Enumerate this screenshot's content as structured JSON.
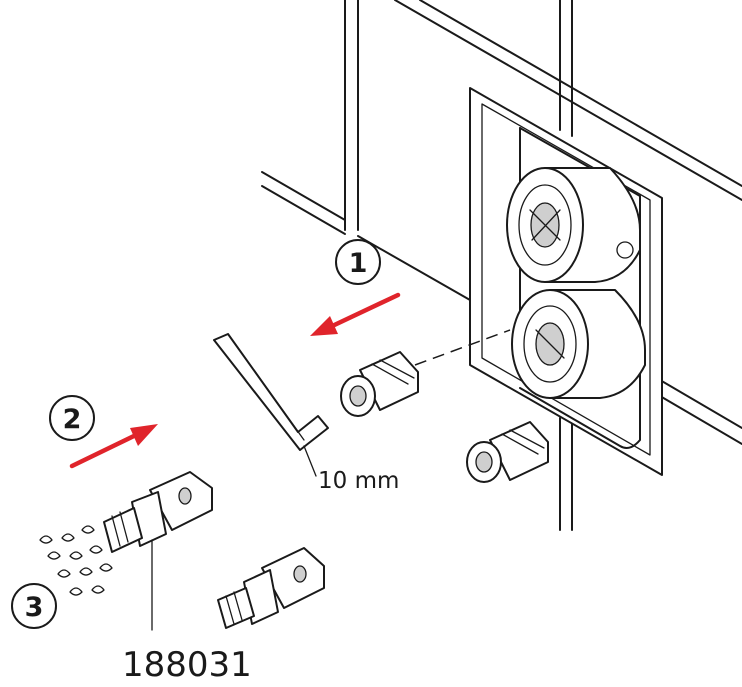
{
  "steps": [
    {
      "number": "1"
    },
    {
      "number": "2"
    },
    {
      "number": "3"
    }
  ],
  "labels": {
    "wrench_size": "10 mm",
    "part_number": "188031"
  },
  "colors": {
    "arrow": "#e0242b",
    "ink": "#1a1a1a",
    "background": "#ffffff"
  },
  "icons": [
    "step-1-badge",
    "step-2-badge",
    "step-3-badge",
    "red-arrow-left",
    "red-arrow-right",
    "hex-key-icon",
    "water-drops-icon"
  ]
}
